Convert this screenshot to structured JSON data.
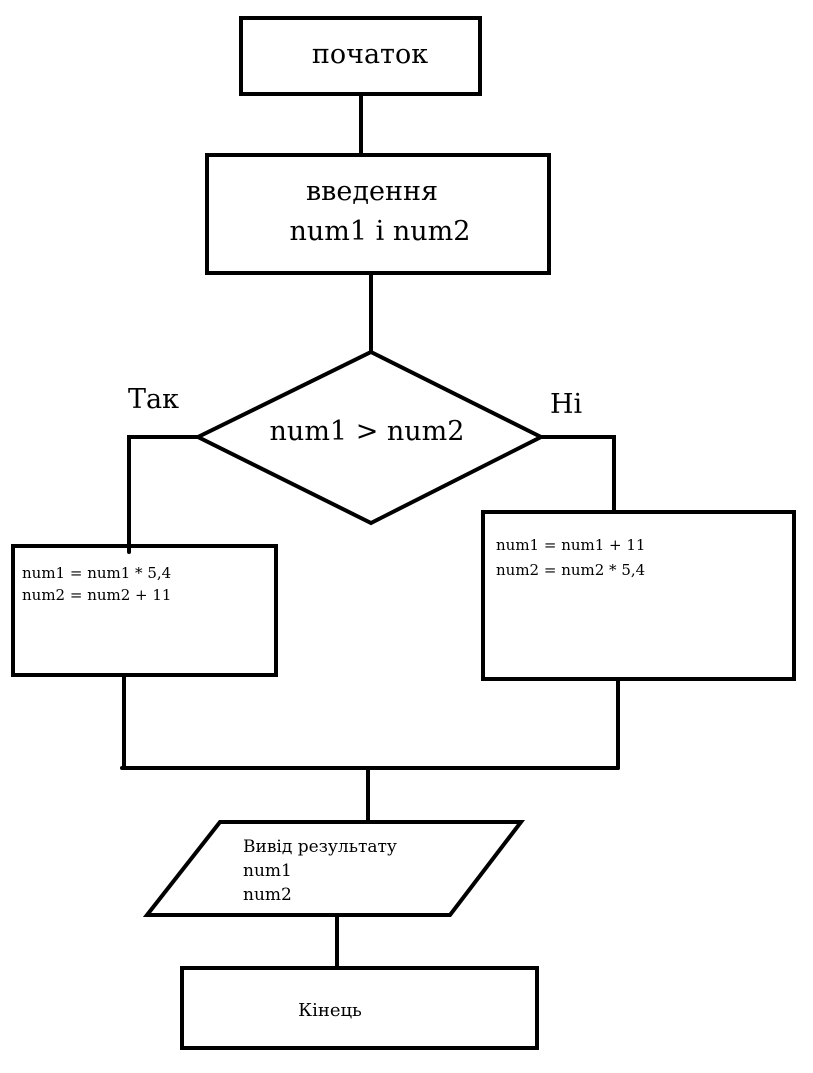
{
  "nodes": {
    "start": {
      "label": "початок"
    },
    "input": {
      "lines": [
        "введення",
        "num1 і num2"
      ]
    },
    "decision": {
      "label": "num1 > num2"
    },
    "branch_yes": {
      "label": "Так",
      "lines": [
        "num1 = num1 * 5,4",
        "num2 = num2 + 11"
      ]
    },
    "branch_no": {
      "label": "Ні",
      "lines": [
        "num1 = num1 + 11",
        "num2 = num2 * 5,4"
      ]
    },
    "output": {
      "lines": [
        "Вивід результату",
        "num1",
        "num2"
      ]
    },
    "end": {
      "label": "Кінець"
    }
  }
}
